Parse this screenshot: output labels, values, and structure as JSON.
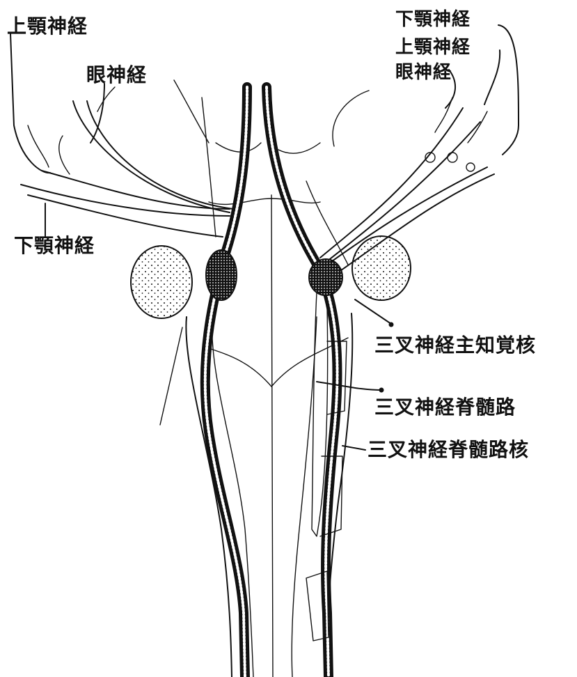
{
  "labels": {
    "left_maxillary": "上顎神経",
    "left_ophthalmic": "眼神経",
    "left_mandibular": "下顎神経",
    "right_mandibular": "下顎神経",
    "right_maxillary": "上顎神経",
    "right_ophthalmic": "眼神経",
    "principal_sensory_nucleus": "三叉神経主知覚核",
    "spinal_tract": "三叉神経脊髄路",
    "spinal_tract_nucleus": "三叉神経脊髄路核"
  },
  "colors": {
    "ink": "#111111",
    "background": "#ffffff"
  }
}
